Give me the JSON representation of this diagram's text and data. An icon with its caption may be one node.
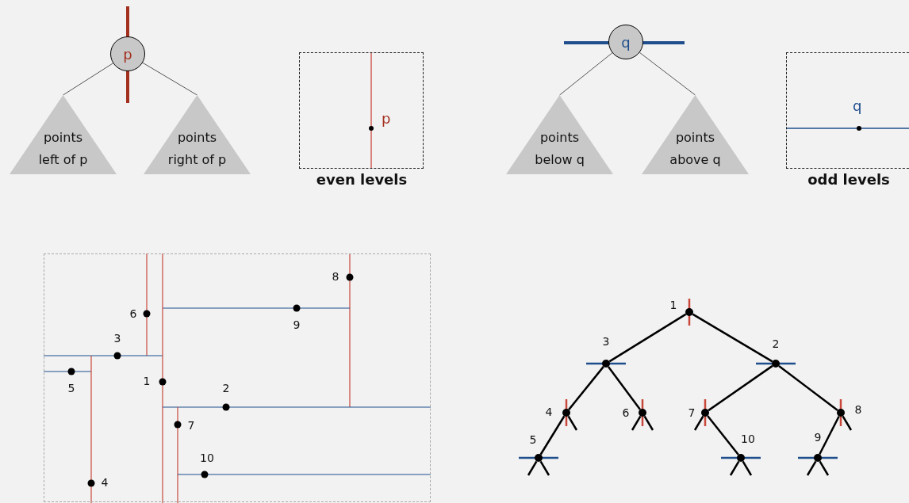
{
  "diagram": {
    "nodes": [
      {
        "text": [
          "p"
        ]
      },
      {
        "text": [
          "points left of p"
        ]
      },
      {
        "text": [
          "points right of p"
        ]
      },
      {
        "text": [
          "p"
        ],
        "beside": [
          "even levels"
        ]
      },
      {
        "text": [
          "q"
        ]
      },
      {
        "text": [
          "points below q"
        ]
      },
      {
        "text": [
          "points above q"
        ]
      },
      {
        "text": [
          "q"
        ],
        "beside": [
          "odd levels"
        ]
      },
      {
        "text": [],
        "shape": "box"
      },
      {
        "text": [],
        "shape": "circle",
        "beside": [
          "1"
        ]
      },
      {
        "text": [],
        "shape": "circle",
        "beside": [
          "3"
        ]
      },
      {
        "text": [],
        "shape": "circle",
        "beside": [
          "2"
        ]
      },
      {
        "text": [],
        "shape": "circle",
        "beside": [
          "4"
        ]
      },
      {
        "text": [],
        "shape": "circle",
        "beside": [
          "6"
        ]
      },
      {
        "text": [],
        "shape": "circle",
        "beside": [
          "7"
        ]
      },
      {
        "text": [],
        "shape": "circle",
        "beside": [
          "8"
        ]
      },
      {
        "text": [],
        "shape": "circle",
        "beside": [
          "5"
        ]
      },
      {
        "text": [],
        "shape": "circle",
        "beside": [
          "10"
        ]
      },
      {
        "text": [],
        "shape": "circle",
        "beside": [
          "9"
        ]
      }
    ],
    "edges": [
      {
        "from": 0,
        "to": 1,
        "arrow": "none",
        "color": "#555555"
      },
      {
        "from": 0,
        "to": 2,
        "arrow": "none",
        "color": "#555555"
      },
      {
        "from": 4,
        "to": 5,
        "arrow": "none",
        "color": "#555555"
      },
      {
        "from": 4,
        "to": 6,
        "arrow": "none",
        "color": "#555555"
      },
      {
        "from": 9,
        "to": 10,
        "arrow": "none"
      },
      {
        "from": 9,
        "to": 11,
        "arrow": "none"
      },
      {
        "from": 10,
        "to": 12,
        "arrow": "none"
      },
      {
        "from": 10,
        "to": 13,
        "arrow": "none"
      },
      {
        "from": 11,
        "to": 14,
        "arrow": "none"
      },
      {
        "from": 11,
        "to": 15,
        "arrow": "none"
      },
      {
        "from": 12,
        "to": 16,
        "arrow": "none"
      },
      {
        "from": 14,
        "to": 17,
        "arrow": "none"
      },
      {
        "from": 15,
        "to": 18,
        "arrow": "none"
      },
      {
        "from": 12,
        "to": null,
        "arrow": "none"
      },
      {
        "from": 13,
        "to": null,
        "arrow": "none"
      },
      {
        "from": 13,
        "to": null,
        "arrow": "none"
      },
      {
        "from": 14,
        "to": null,
        "arrow": "none"
      },
      {
        "from": 15,
        "to": null,
        "arrow": "none"
      },
      {
        "from": 16,
        "to": null,
        "arrow": "none"
      },
      {
        "from": 16,
        "to": null,
        "arrow": "none"
      },
      {
        "from": 17,
        "to": null,
        "arrow": "none"
      },
      {
        "from": 17,
        "to": null,
        "arrow": "none"
      },
      {
        "from": 18,
        "to": null,
        "arrow": "none"
      },
      {
        "from": 18,
        "to": null,
        "arrow": "none"
      }
    ],
    "labels": [
      "8",
      "6",
      "9",
      "3",
      "5",
      "1",
      "2",
      "7",
      "10",
      "4"
    ]
  }
}
